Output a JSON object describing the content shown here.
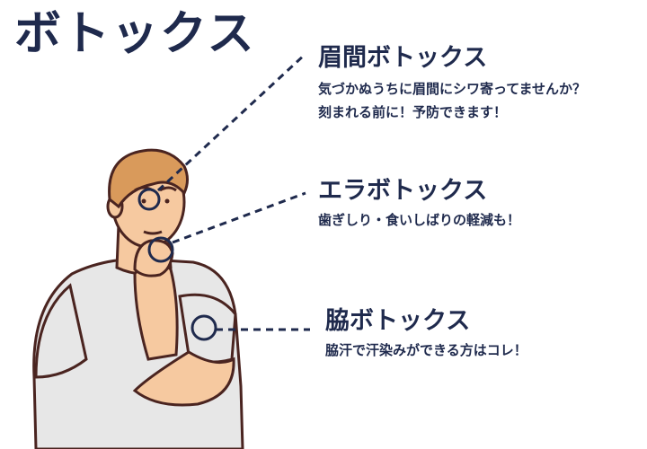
{
  "title": "ボトックス",
  "sections": [
    {
      "title": "眉間ボトックス",
      "lines": [
        "気づかぬうちに眉間にシワ寄ってませんか？",
        "刻まれる前に！予防できます！"
      ]
    },
    {
      "title": "エラボトックス",
      "lines": [
        "歯ぎしり・食いしばりの軽減も！"
      ]
    },
    {
      "title": "脇ボトックス",
      "lines": [
        "脇汗で汗染みができる方はコレ！"
      ]
    }
  ],
  "colors": {
    "navy": "#1f2a4d",
    "skin": "#f6c9a0",
    "hair": "#d99a5b",
    "shirt": "#e7e7e7",
    "outline": "#4a2420"
  }
}
